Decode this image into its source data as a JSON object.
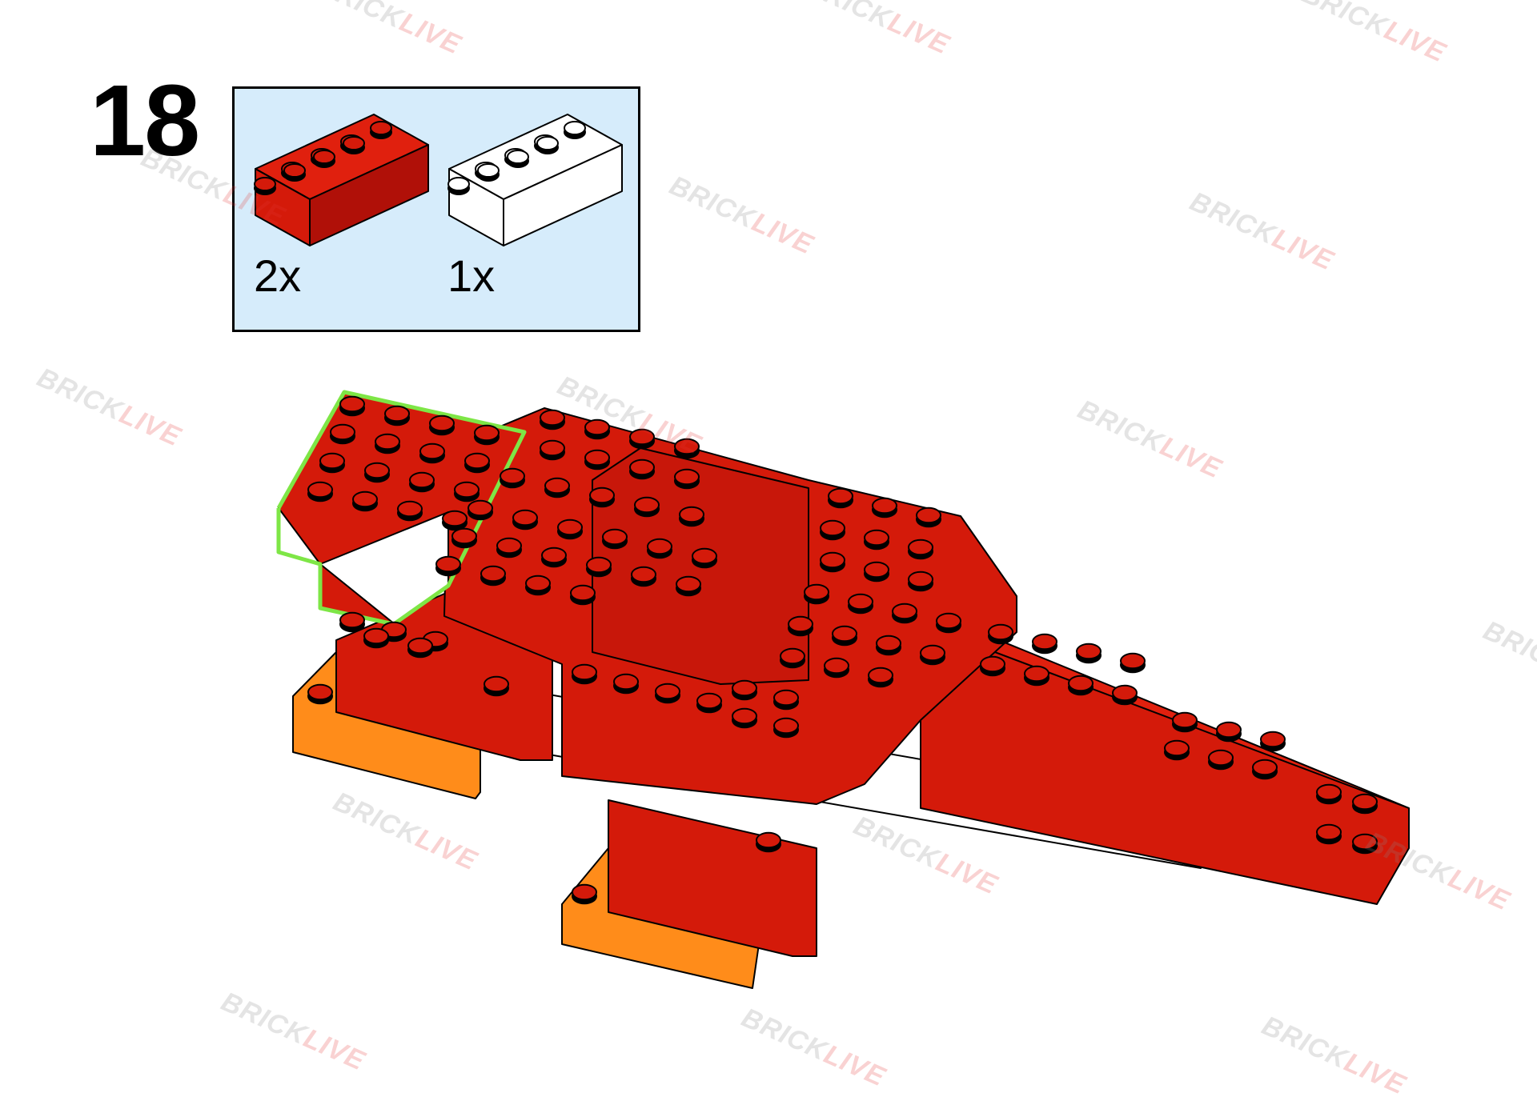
{
  "step": {
    "number": "18"
  },
  "parts": [
    {
      "quantity": "2x",
      "color": "#d41a0a",
      "name": "2x4 brick red"
    },
    {
      "quantity": "1x",
      "color": "#ffffff",
      "name": "2x4 brick white"
    }
  ],
  "model": {
    "colors": {
      "red": "#d41a0a",
      "red_dark": "#b01008",
      "white": "#ffffff",
      "orange": "#ff8c1a",
      "highlight": "#7ee646"
    }
  },
  "watermark": {
    "brand_a": "BRICK",
    "brand_b": "LIVE"
  }
}
